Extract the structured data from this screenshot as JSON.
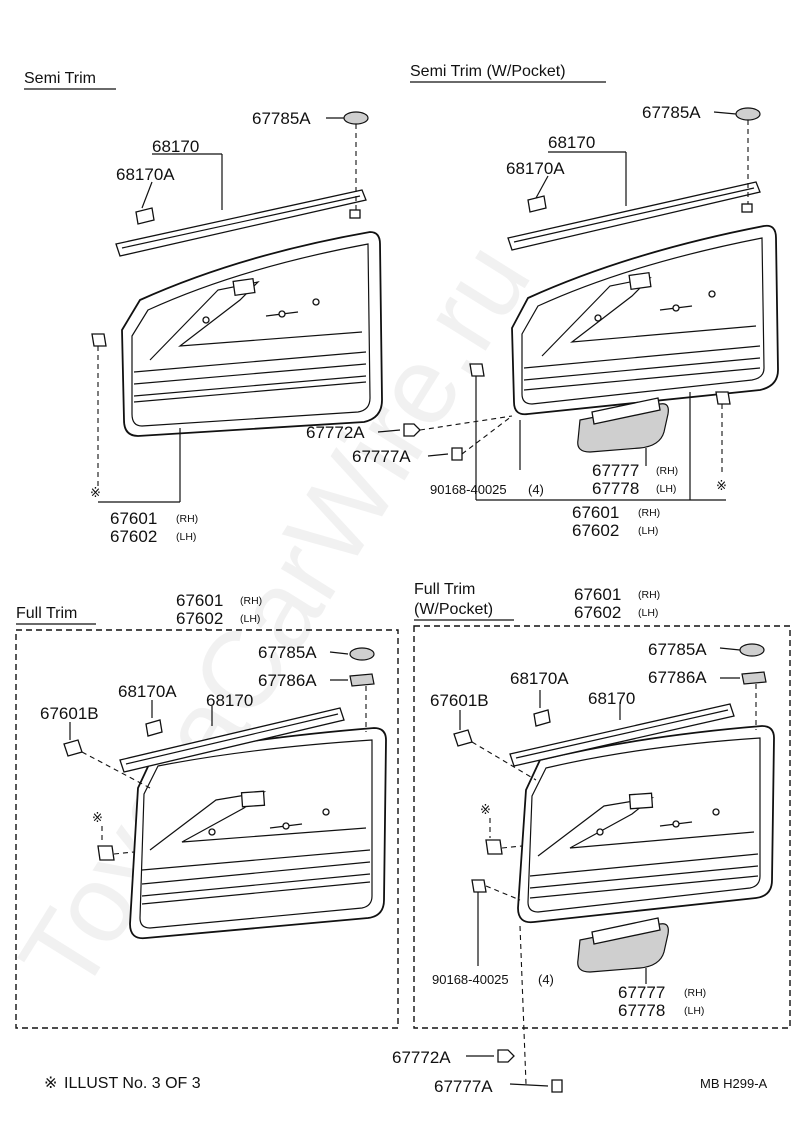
{
  "sections": {
    "semi_trim": "Semi Trim",
    "semi_trim_pocket": "Semi Trim (W/Pocket)",
    "full_trim": "Full Trim",
    "full_trim_pocket_line1": "Full Trim",
    "full_trim_pocket_line2": "(W/Pocket)"
  },
  "parts": {
    "p67785A": "67785A",
    "p67786A": "67786A",
    "p68170": "68170",
    "p68170A": "68170A",
    "p67772A": "67772A",
    "p67777A": "67777A",
    "p67601B": "67601B",
    "p67601": "67601",
    "p67602": "67602",
    "p67777": "67777",
    "p67778": "67778",
    "p90168": "90168-40025",
    "rh": "(RH)",
    "lh": "(LH)",
    "qty4": "(4)"
  },
  "footer": {
    "mark": "※",
    "illust": "ILLUST  No.  3 OF 3",
    "code": "MB  H299-A"
  },
  "watermark": "ToyotaCarWire.ru"
}
